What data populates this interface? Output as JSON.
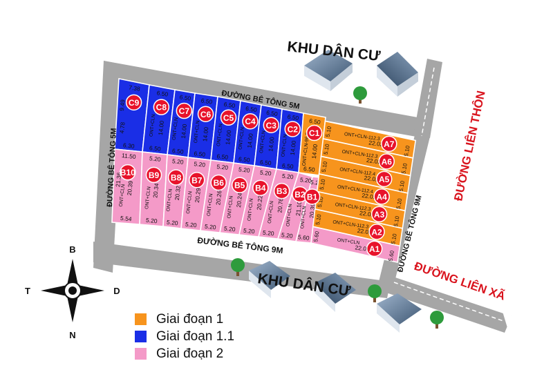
{
  "labels": {
    "khu_dan_cu_top": "KHU DÂN CƯ",
    "khu_dan_cu_bottom": "KHU DÂN CƯ",
    "duong_lien_thon": "ĐƯỜNG LIÊN THÔN",
    "duong_lien_xa": "ĐƯỜNG LIÊN XÃ",
    "road_top": "ĐƯỜNG BÊ TÔNG 5M",
    "road_left": "ĐƯỜNG BÊ TÔNG 5M",
    "road_bottom": "ĐƯỜNG BÊ TÔNG 9M",
    "road_right": "ĐƯỜNG BÊ TÔNG 9M"
  },
  "compass": {
    "north": "B",
    "south": "N",
    "west": "T",
    "east": "D"
  },
  "legend": [
    {
      "label": "Giai đoạn 1",
      "color": "#f7941d"
    },
    {
      "label": "Giai đoạn 1.1",
      "color": "#1a2ee6"
    },
    {
      "label": "Giai đoạn 2",
      "color": "#f49ac8"
    }
  ],
  "colors": {
    "phase1": "#f7941d",
    "phase11": "#1a2ee6",
    "phase2": "#f49ac8",
    "road": "#a6a6a6",
    "badge": "#e8132b",
    "red_text": "#d9141e"
  },
  "lots": {
    "C": [
      {
        "id": "C9",
        "top": "7.38",
        "bottom": "6.30",
        "left": "9.49",
        "mid": "4.78"
      },
      {
        "id": "C8",
        "top": "6.50",
        "bottom": "6.50",
        "use": "ONT+CLN",
        "depth": "14.00"
      },
      {
        "id": "C7",
        "top": "6.50",
        "bottom": "6.50",
        "use": "ONT+CLN",
        "depth": "14.00"
      },
      {
        "id": "C6",
        "top": "6.50",
        "bottom": "6.50",
        "use": "ONT+CLN",
        "depth": "14.00"
      },
      {
        "id": "C5",
        "top": "6.50",
        "bottom": "6.50",
        "use": "ONT+CLN",
        "depth": "14.00"
      },
      {
        "id": "C4",
        "top": "6.50",
        "bottom": "6.50",
        "use": "ONT+CLN",
        "depth": "14.00"
      },
      {
        "id": "C3",
        "top": "6.50",
        "bottom": "6.50",
        "use": "ONT+CLN",
        "depth": "14.00"
      },
      {
        "id": "C2",
        "top": "6.50",
        "bottom": "6.50",
        "use": "ONT+CLN",
        "depth": "14.00"
      },
      {
        "id": "C1",
        "top": "6.50",
        "bottom": "6.50",
        "use": "ONT+CLN-96.8",
        "depth": "14.00"
      }
    ],
    "B": [
      {
        "id": "B10",
        "top": "11.50",
        "bottom": "5.54",
        "left": "21.36",
        "depth": "20.39",
        "use": "ONT+CLN"
      },
      {
        "id": "B9",
        "top": "5.20",
        "bottom": "5.20",
        "depth": "20.34",
        "use": "ONT+CLN"
      },
      {
        "id": "B8",
        "top": "5.20",
        "bottom": "5.20",
        "depth": "20.32",
        "use": "ONT+CLN"
      },
      {
        "id": "B7",
        "top": "5.20",
        "bottom": "5.20",
        "depth": "20.29",
        "use": "ONT+CLN"
      },
      {
        "id": "B6",
        "top": "5.20",
        "bottom": "5.20",
        "depth": "20.26",
        "use": "ONT+CLN"
      },
      {
        "id": "B5",
        "top": "5.20",
        "bottom": "5.20",
        "depth": "20.24",
        "use": "ONT+CLN"
      },
      {
        "id": "B4",
        "top": "5.20",
        "bottom": "5.20",
        "depth": "20.22",
        "use": "ONT+CLN"
      },
      {
        "id": "B3",
        "top": "5.20",
        "bottom": "5.20",
        "depth": "20.76",
        "use": "ONT+CLN"
      },
      {
        "id": "B2",
        "top": "5.20",
        "bottom": "5.20",
        "depth": "21.10",
        "use": "ONT+CLN"
      },
      {
        "id": "B1",
        "top": "5.20",
        "bottom": "5.60",
        "depth": "20.39",
        "use": "ONT+CLN"
      }
    ],
    "A": [
      {
        "id": "A7",
        "use": "ONT+CLN-112.3",
        "width": "22.02",
        "left": "5.10",
        "right": "5.10"
      },
      {
        "id": "A6",
        "use": "ONT+CLN-112.3",
        "width": "22.02",
        "left": "5.10",
        "right": "5.10"
      },
      {
        "id": "A5",
        "use": "ONT+CLN-112.4",
        "width": "22.02",
        "left": "5.10",
        "right": "5.10"
      },
      {
        "id": "A4",
        "use": "ONT+CLN-112.4",
        "width": "22.02",
        "left": "5.10",
        "right": "5.10"
      },
      {
        "id": "A3",
        "use": "ONT+CLN-112.3",
        "width": "22.02",
        "left": "5.10",
        "right": "5.10"
      },
      {
        "id": "A2",
        "use": "ONT+CLN-112.3",
        "width": "22.02",
        "left": "5.10",
        "right": "5.10"
      },
      {
        "id": "A1",
        "use": "ONT+CLN",
        "width": "22.02",
        "left": "5.60",
        "right": "5.60"
      }
    ]
  }
}
